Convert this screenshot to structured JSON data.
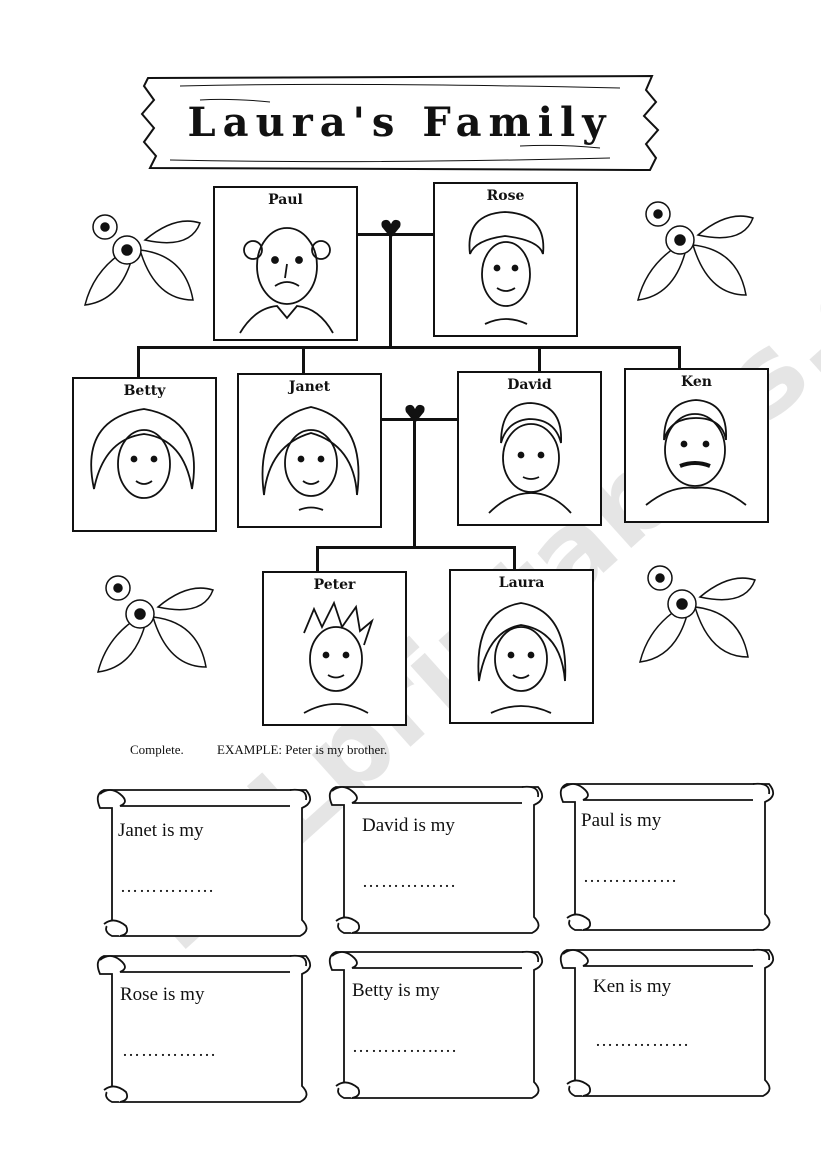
{
  "title": "Laura's Family",
  "family": {
    "grandfather": "Paul",
    "grandmother": "Rose",
    "aunt1": "Betty",
    "mother": "Janet",
    "father": "David",
    "uncle": "Ken",
    "brother": "Peter",
    "self": "Laura"
  },
  "instructions": {
    "label": "Complete.",
    "example": "EXAMPLE: Peter is my brother."
  },
  "exercises": [
    {
      "prompt": "Janet is my",
      "blank": "……………"
    },
    {
      "prompt": "David is my",
      "blank": "……………"
    },
    {
      "prompt": "Paul is my",
      "blank": "……………"
    },
    {
      "prompt": "Rose is my",
      "blank": "……………"
    },
    {
      "prompt": "Betty is my",
      "blank": "…………..…"
    },
    {
      "prompt": "Ken is my",
      "blank": "……………"
    }
  ],
  "watermark": "ESLprintables.com"
}
